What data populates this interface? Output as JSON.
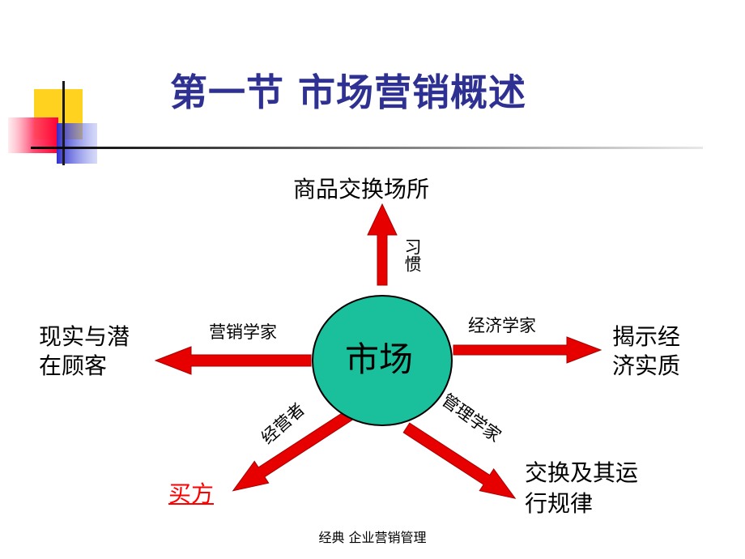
{
  "slide": {
    "title": "第一节  市场营销概述",
    "footer": "经典 企业营销管理"
  },
  "diagram": {
    "center": "市场",
    "top_target": "商品交换场所",
    "top_arrow_label": "习惯",
    "left_target_line1": "现实与潜",
    "left_target_line2": "在顾客",
    "left_arrow_label": "营销学家",
    "right_target_line1": "揭示经",
    "right_target_line2": "济实质",
    "right_arrow_label": "经济学家",
    "bottom_left_target": "买方",
    "bottom_left_arrow_label": "经营者",
    "bottom_right_target_line1": "交换及其运",
    "bottom_right_target_line2": "行规律",
    "bottom_right_arrow_label": "管理学家"
  },
  "colors": {
    "title": "#2f3192",
    "arrow": "#e60000",
    "circle_fill": "#1abf9c",
    "link_text": "#ff0000"
  }
}
